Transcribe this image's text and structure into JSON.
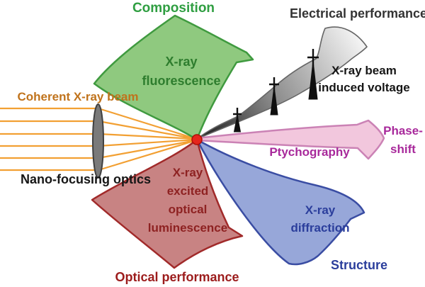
{
  "figure": {
    "labels": {
      "composition": "Composition",
      "xray_fluorescence": {
        "lines": [
          "X-ray",
          "fluorescence"
        ]
      },
      "electrical_performance": "Electrical performance",
      "xray_beam_induced_voltage": {
        "lines": [
          "X-ray beam",
          "induced voltage"
        ]
      },
      "coherent_xray_beam": "Coherent X-ray beam",
      "nano_focusing_optics": "Nano-focusing optics",
      "ptychography": "Ptychography",
      "phase_shift": {
        "lines": [
          "Phase-",
          "shift"
        ]
      },
      "xray_excited_optical_luminescence": {
        "lines": [
          "X-ray",
          "excited",
          "optical",
          "luminescence"
        ]
      },
      "optical_performance": "Optical performance",
      "xray_diffraction": {
        "lines": [
          "X-ray",
          "diffraction"
        ]
      },
      "structure": "Structure"
    },
    "palette": {
      "green_fill": "#8fc97f",
      "green_stroke": "#3f9a3f",
      "red_fill": "#c88383",
      "red_stroke": "#a12a2a",
      "blue_fill": "#97a7d9",
      "blue_stroke": "#3a4da3",
      "pink_fill": "#f2c7dd",
      "pink_stroke": "#cb82b5",
      "beam_orange": "#f2a033",
      "lens_fill": "#7a7a7a",
      "lens_stroke": "#404040",
      "spike_black": "#101010",
      "ribbon_stroke": "#666666",
      "focal_dot_fill": "#e5261d",
      "focal_dot_stroke": "#b00f06"
    }
  }
}
